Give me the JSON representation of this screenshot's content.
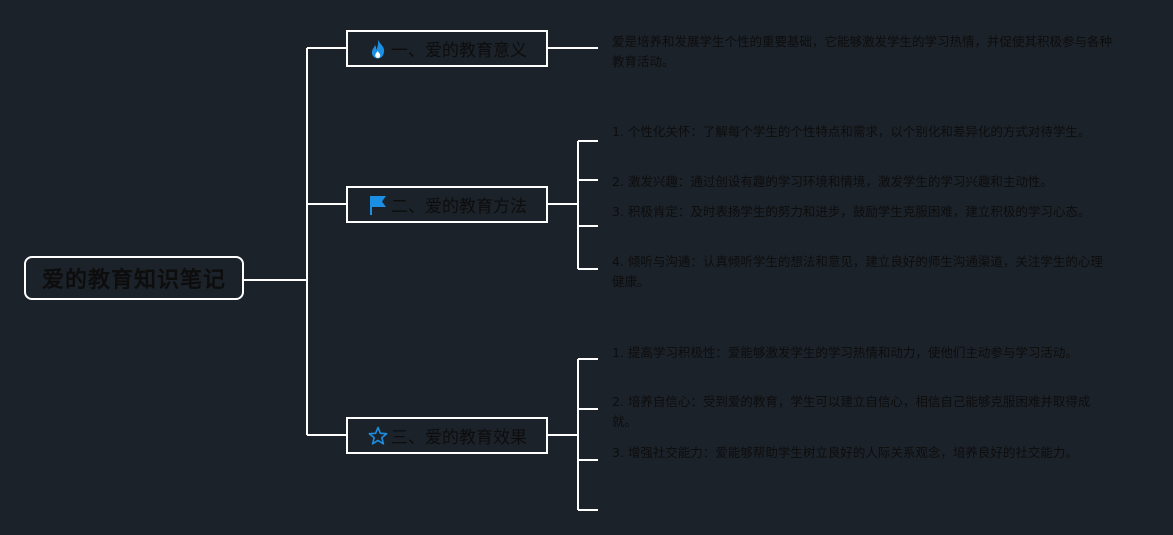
{
  "root": {
    "title": "爱的教育知识笔记"
  },
  "branches": [
    {
      "label": "一、爱的教育意义",
      "icon": "fire-icon",
      "icon_color": "#1a8fe3",
      "leaves": [
        "爱是培养和发展学生个性的重要基础，它能够激发学生的学习热情，并促使其积极参与各种教育活动。"
      ]
    },
    {
      "label": "二、爱的教育方法",
      "icon": "flag-icon",
      "icon_color": "#1a8fe3",
      "leaves": [
        "1. 个性化关怀：了解每个学生的个性特点和需求，以个别化和差异化的方式对待学生。",
        "2. 激发兴趣：通过创设有趣的学习环境和情境，激发学生的学习兴趣和主动性。",
        "3. 积极肯定：及时表扬学生的努力和进步，鼓励学生克服困难，建立积极的学习心态。",
        "4. 倾听与沟通：认真倾听学生的想法和意见，建立良好的师生沟通渠道，关注学生的心理健康。"
      ]
    },
    {
      "label": "三、爱的教育效果",
      "icon": "star-icon",
      "icon_color": "#1a8fe3",
      "leaves": [
        "1. 提高学习积极性：爱能够激发学生的学习热情和动力，使他们主动参与学习活动。",
        "2. 培养自信心：受到爱的教育，学生可以建立自信心，相信自己能够克服困难并取得成就。",
        "3. 增强社交能力：爱能够帮助学生树立良好的人际关系观念，培养良好的社交能力。",
        ""
      ]
    }
  ],
  "colors": {
    "background": "#1c222a",
    "line": "#ffffff",
    "text": "#0d0d0d",
    "accent": "#1a8fe3"
  }
}
